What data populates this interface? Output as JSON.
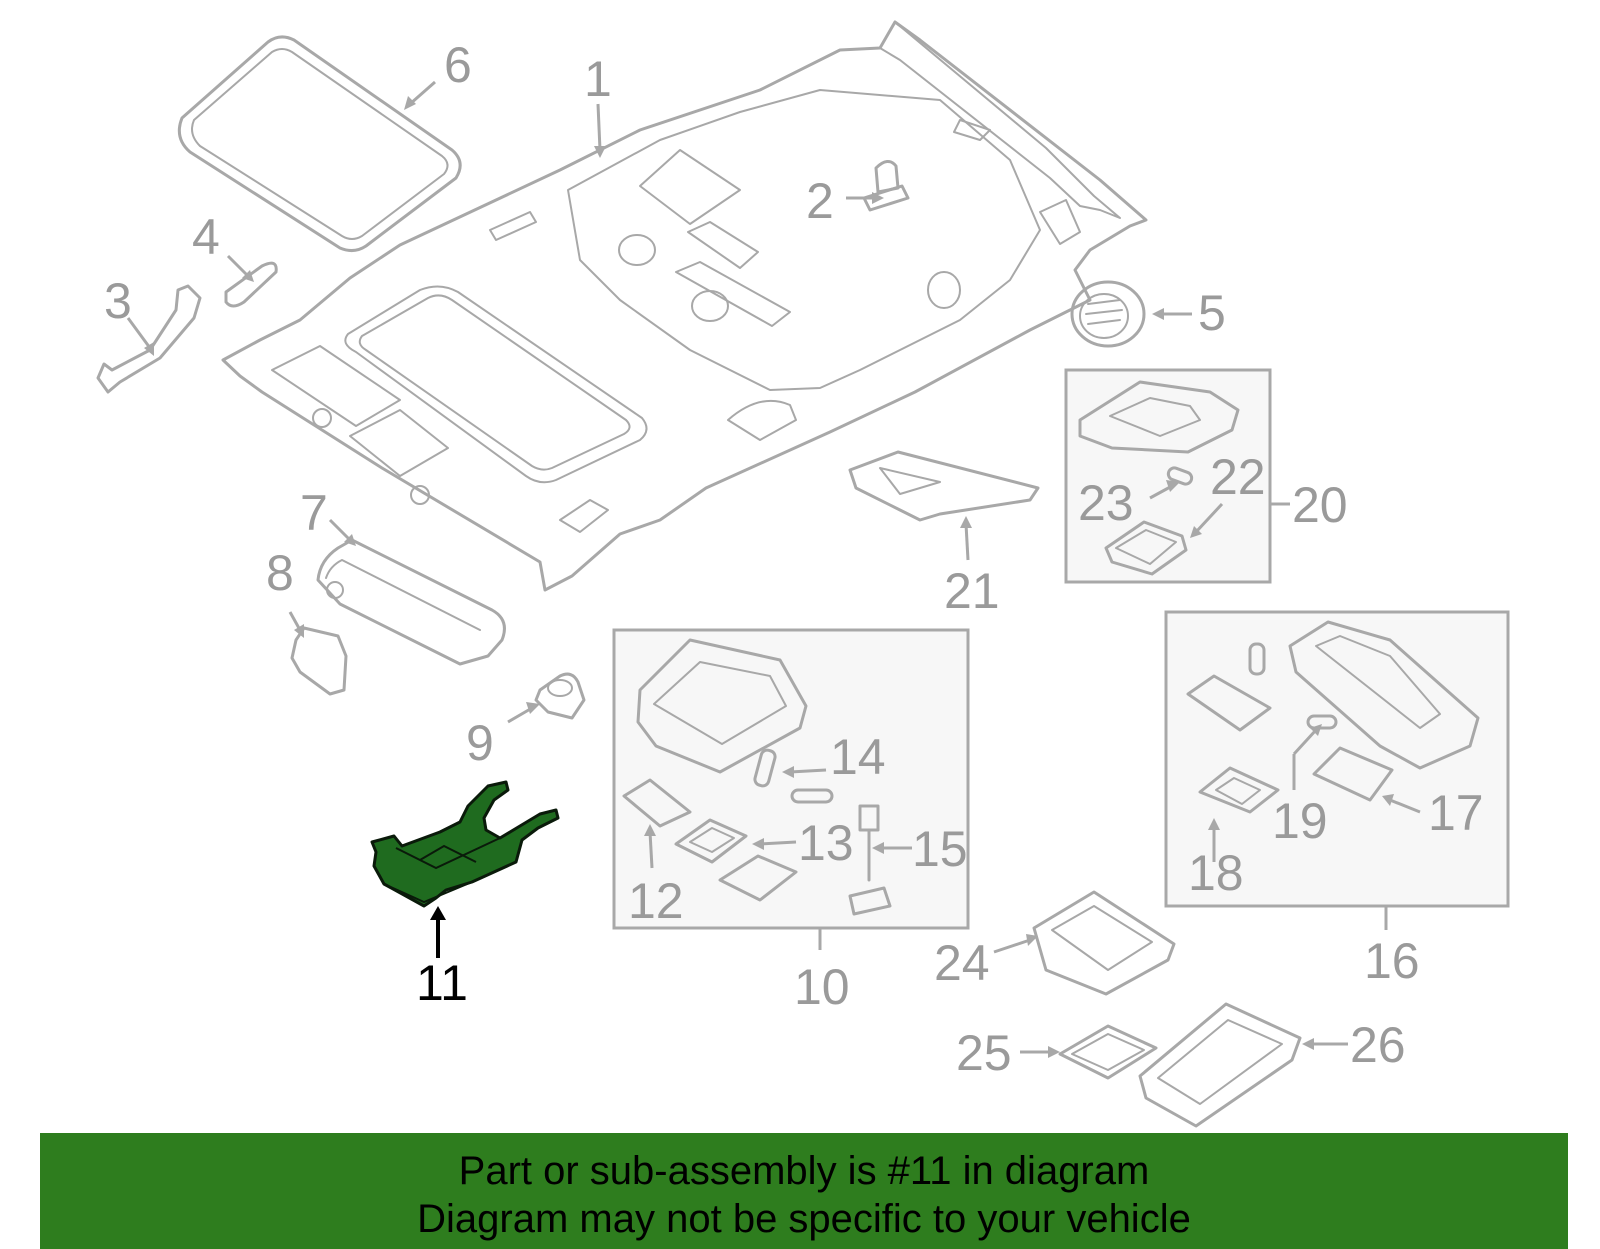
{
  "callouts": {
    "c1": "1",
    "c2": "2",
    "c3": "3",
    "c4": "4",
    "c5": "5",
    "c6": "6",
    "c7": "7",
    "c8": "8",
    "c9": "9",
    "c10": "10",
    "c11": "11",
    "c12": "12",
    "c13": "13",
    "c14": "14",
    "c15": "15",
    "c16": "16",
    "c17": "17",
    "c18": "18",
    "c19": "19",
    "c20": "20",
    "c21": "21",
    "c22": "22",
    "c23": "23",
    "c24": "24",
    "c25": "25",
    "c26": "26"
  },
  "highlighted_part": "11",
  "colors": {
    "highlight": "#1f6b1f",
    "banner": "#2e7d1e",
    "line_art": "#a8a8a8"
  },
  "banner": {
    "line1": "Part or sub-assembly is #11 in diagram",
    "line2": "Diagram may not be specific to your vehicle"
  }
}
